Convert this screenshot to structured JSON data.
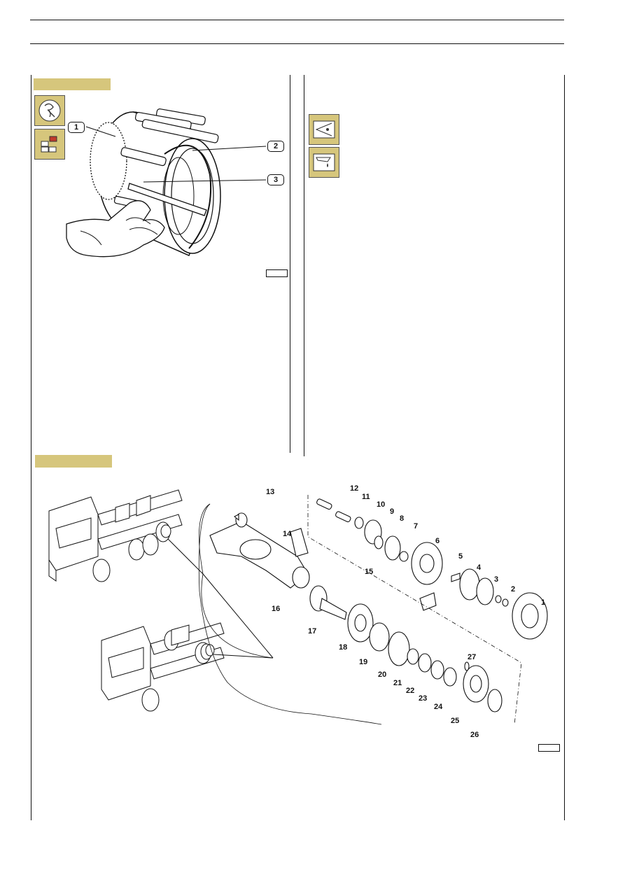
{
  "figure1": {
    "callouts": [
      "1",
      "2",
      "3"
    ]
  },
  "figure2": {
    "part_numbers": [
      "1",
      "2",
      "3",
      "4",
      "5",
      "6",
      "7",
      "8",
      "9",
      "10",
      "11",
      "12",
      "13",
      "14",
      "15",
      "16",
      "17",
      "18",
      "19",
      "20",
      "21",
      "22",
      "23",
      "24",
      "25",
      "26",
      "27"
    ]
  },
  "icons": {
    "left_top": "hub-puller-icon",
    "left_bottom": "component-select-icon",
    "right_top": "visual-inspection-icon",
    "right_bottom": "lubricant-icon"
  }
}
